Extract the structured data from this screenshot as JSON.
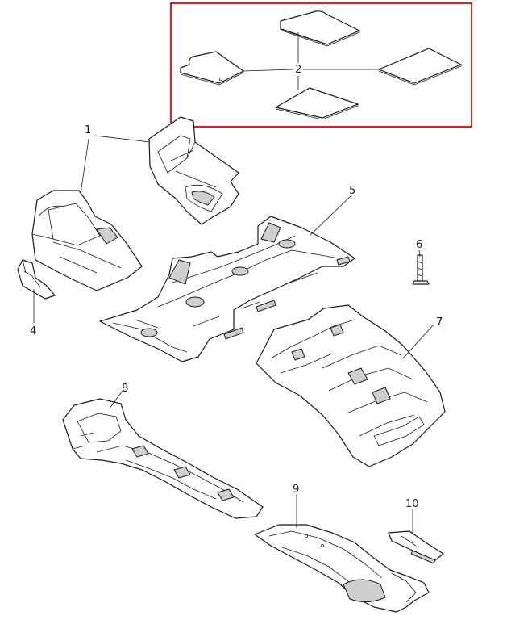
{
  "colors": {
    "highlight": "#d9232a",
    "line": "#1a1a1a",
    "background": "#ffffff"
  },
  "callouts": {
    "c1": "1",
    "c2": "2",
    "c4": "4",
    "c5": "5",
    "c6": "6",
    "c7": "7",
    "c8": "8",
    "c9": "9",
    "c10": "10"
  }
}
